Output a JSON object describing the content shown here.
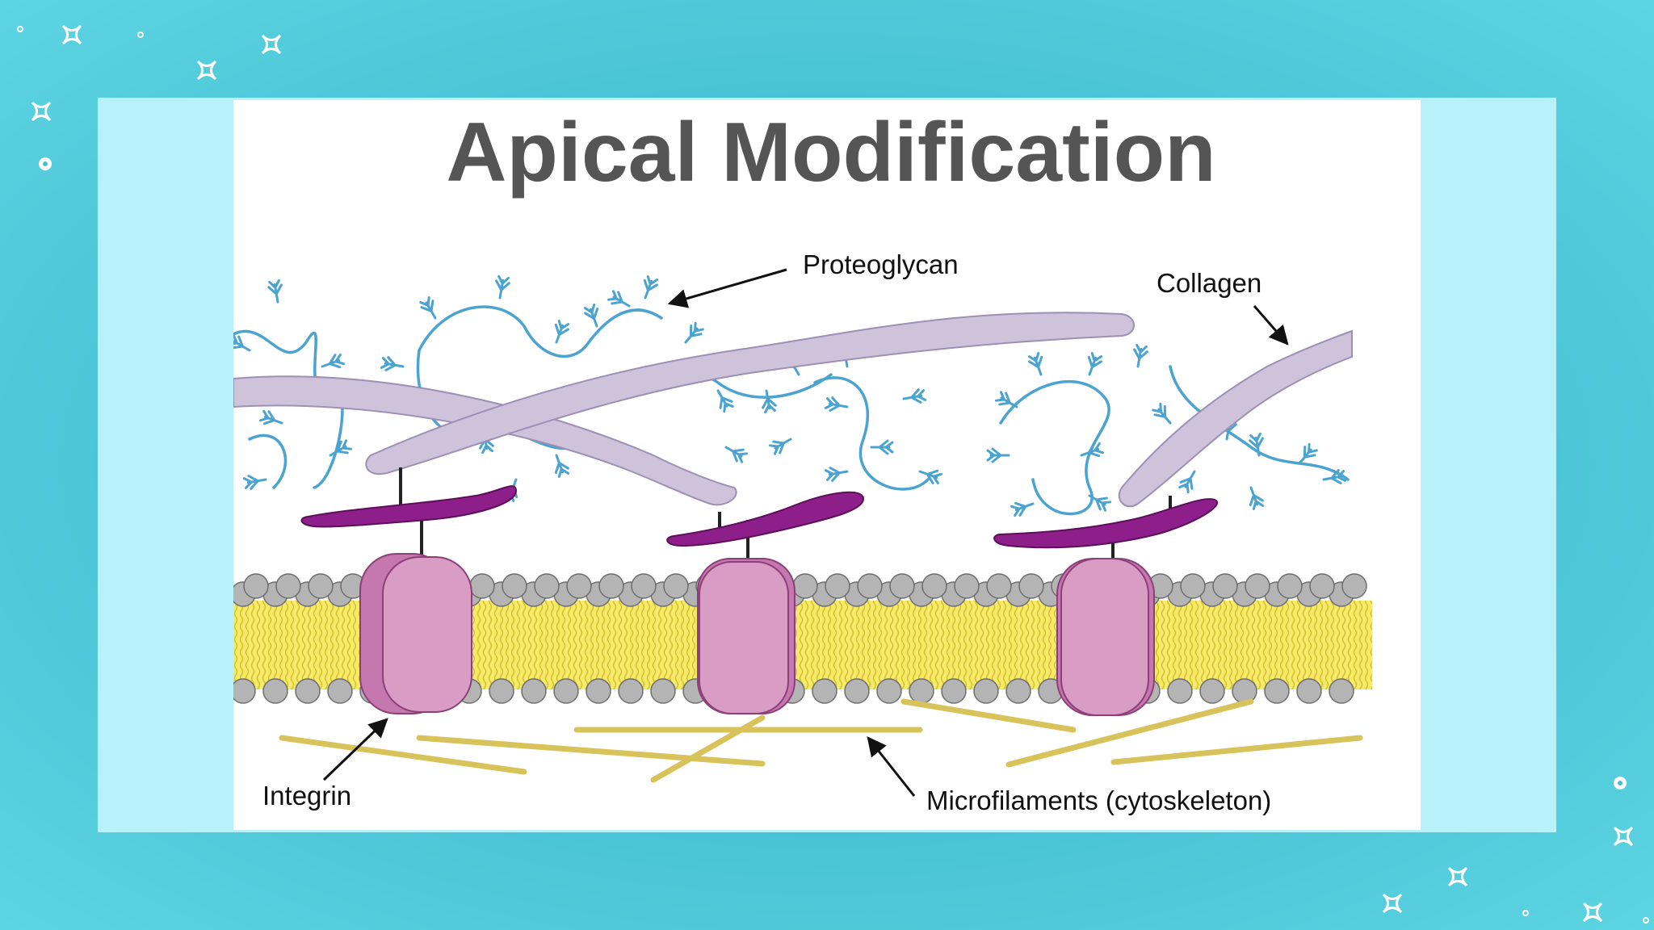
{
  "slide": {
    "background": "#43bfd3",
    "frame_color": "#b9f1fb"
  },
  "figure": {
    "title": "Apical Modification",
    "labels": {
      "proteoglycan": "Proteoglycan",
      "collagen": "Collagen",
      "integrin": "Integrin",
      "microfilaments": "Microfilaments (cytoskeleton)"
    },
    "colors": {
      "title": "#555555",
      "proteoglycan": "#4aa3d0",
      "collagen": "#cfc3dc",
      "integrin_head": "#8e1f8a",
      "integrin_body": "#d99cc4",
      "lipid_heads": "#b4b4b4",
      "lipid_tails": "#f3e24a",
      "microfilaments": "#d8c25a"
    }
  },
  "decorations": {
    "icon": "sparkle-icon"
  }
}
